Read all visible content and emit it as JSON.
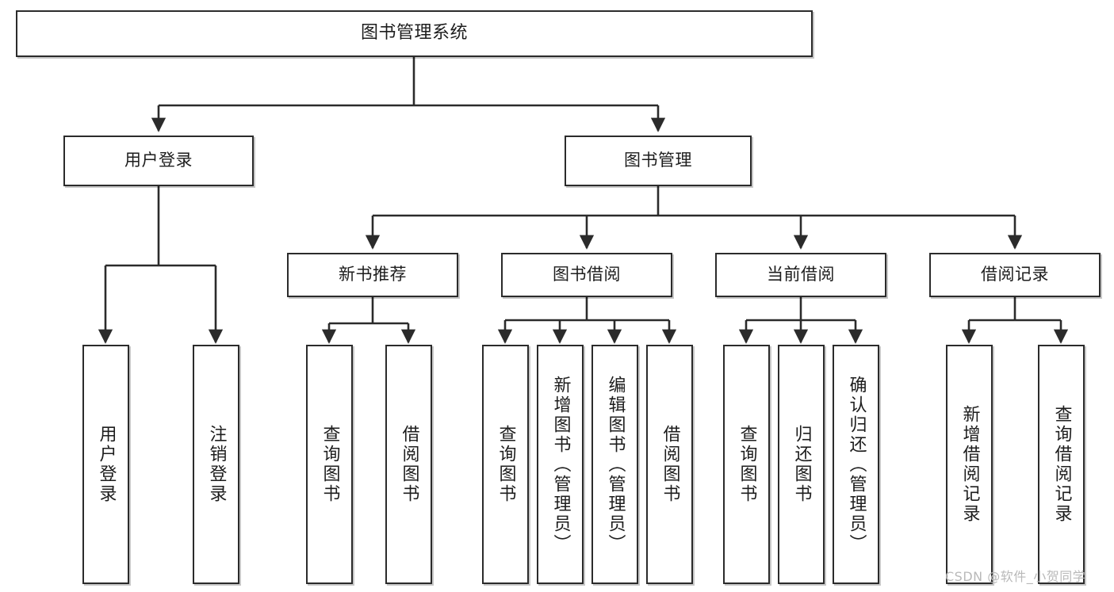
{
  "diagram": {
    "title": "图书管理系统",
    "type": "hierarchy-tree",
    "watermark": "CSDN @软件_小贺同学",
    "colors": {
      "box_border": "#2b2b2b",
      "box_fill": "#ffffff",
      "connector": "#2b2b2b",
      "text": "#1d1d1d",
      "watermark": "#b9b9b9"
    },
    "root": {
      "label": "图书管理系统"
    },
    "level2": [
      {
        "label": "用户登录"
      },
      {
        "label": "图书管理"
      }
    ],
    "level3": [
      {
        "label": "新书推荐"
      },
      {
        "label": "图书借阅"
      },
      {
        "label": "当前借阅"
      },
      {
        "label": "借阅记录"
      }
    ],
    "leaves": {
      "user_login": [
        {
          "label": "用户登录"
        },
        {
          "label": "注销登录"
        }
      ],
      "new_book": [
        {
          "label": "查询图书"
        },
        {
          "label": "借阅图书"
        }
      ],
      "book_borrow": [
        {
          "label": "查询图书"
        },
        {
          "label": "新增图书（管理员）"
        },
        {
          "label": "编辑图书（管理员）"
        },
        {
          "label": "借阅图书"
        }
      ],
      "current_borrow": [
        {
          "label": "查询图书"
        },
        {
          "label": "归还图书"
        },
        {
          "label": "确认归还（管理员）"
        }
      ],
      "borrow_record": [
        {
          "label": "新增借阅记录"
        },
        {
          "label": "查询借阅记录"
        }
      ]
    }
  }
}
